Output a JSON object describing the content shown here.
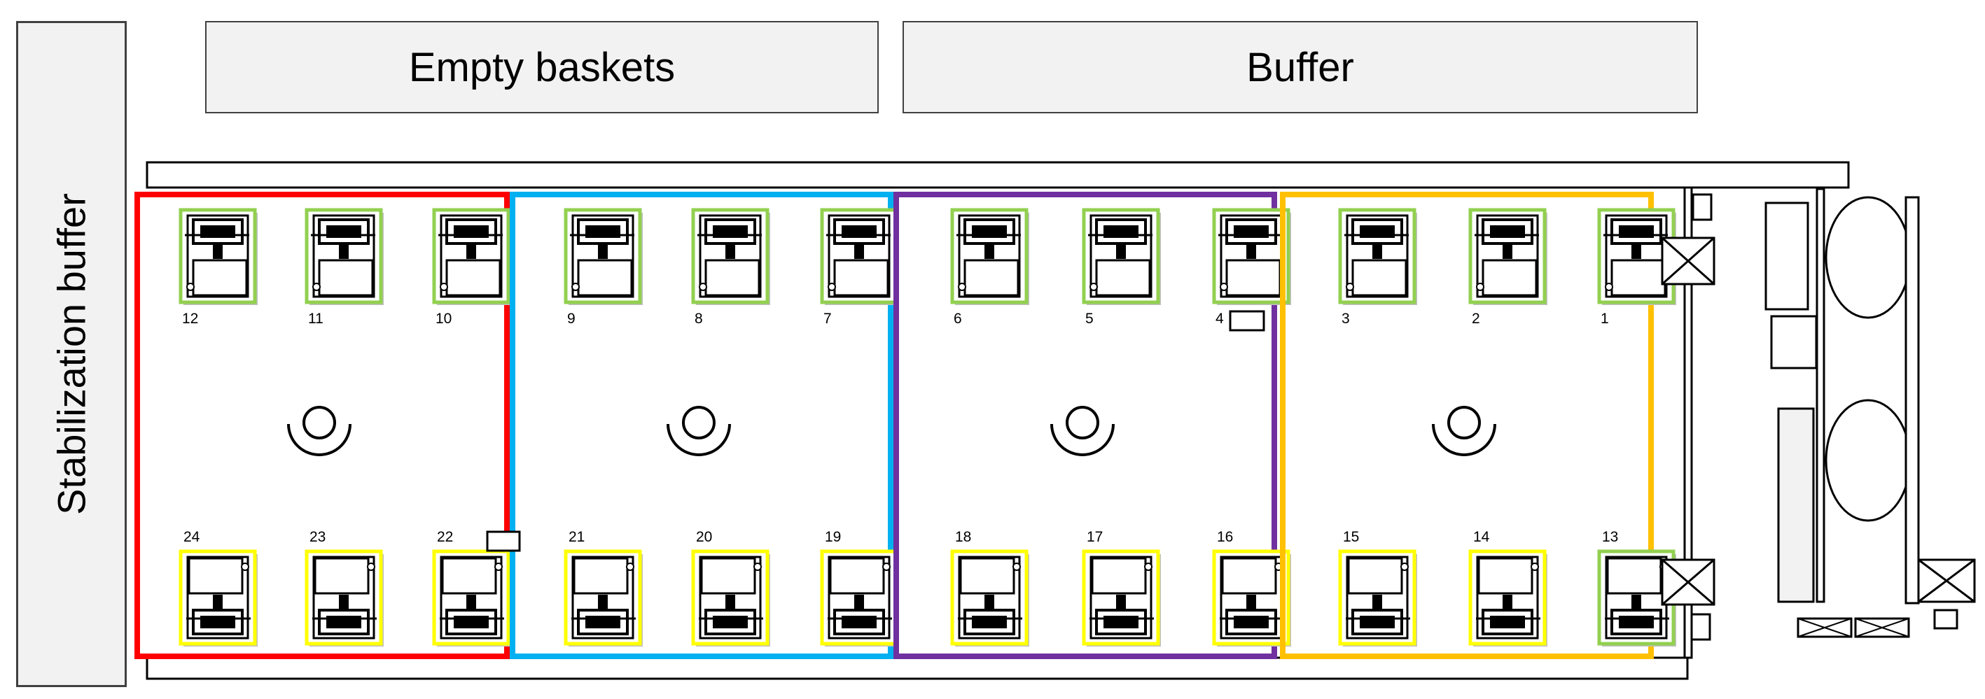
{
  "labels": {
    "stabilization_buffer": "Stabilization buffer",
    "empty_baskets": "Empty baskets",
    "buffer": "Buffer"
  },
  "colors": {
    "zone_1": "#ff0000",
    "zone_2": "#00b0f0",
    "zone_3": "#7030a0",
    "zone_4": "#ffc000",
    "frame_green": "#92d050",
    "frame_yellow": "#ffff00"
  },
  "zones": [
    {
      "color_key": "zone_1",
      "top_stations": [
        {
          "number": "12",
          "frame": "green"
        },
        {
          "number": "11",
          "frame": "green"
        },
        {
          "number": "10",
          "frame": "green"
        }
      ],
      "bottom_stations": [
        {
          "number": "24",
          "frame": "yellow"
        },
        {
          "number": "23",
          "frame": "yellow"
        },
        {
          "number": "22",
          "frame": "yellow"
        }
      ]
    },
    {
      "color_key": "zone_2",
      "top_stations": [
        {
          "number": "9",
          "frame": "green"
        },
        {
          "number": "8",
          "frame": "green"
        },
        {
          "number": "7",
          "frame": "green"
        }
      ],
      "bottom_stations": [
        {
          "number": "21",
          "frame": "yellow"
        },
        {
          "number": "20",
          "frame": "yellow"
        },
        {
          "number": "19",
          "frame": "yellow"
        }
      ]
    },
    {
      "color_key": "zone_3",
      "top_stations": [
        {
          "number": "6",
          "frame": "green"
        },
        {
          "number": "5",
          "frame": "green"
        },
        {
          "number": "4",
          "frame": "green"
        }
      ],
      "bottom_stations": [
        {
          "number": "18",
          "frame": "yellow"
        },
        {
          "number": "17",
          "frame": "yellow"
        },
        {
          "number": "16",
          "frame": "yellow"
        }
      ]
    },
    {
      "color_key": "zone_4",
      "top_stations": [
        {
          "number": "3",
          "frame": "green"
        },
        {
          "number": "2",
          "frame": "green"
        },
        {
          "number": "1",
          "frame": "green"
        }
      ],
      "bottom_stations": [
        {
          "number": "15",
          "frame": "yellow"
        },
        {
          "number": "14",
          "frame": "yellow"
        },
        {
          "number": "13",
          "frame": "green"
        }
      ]
    }
  ]
}
